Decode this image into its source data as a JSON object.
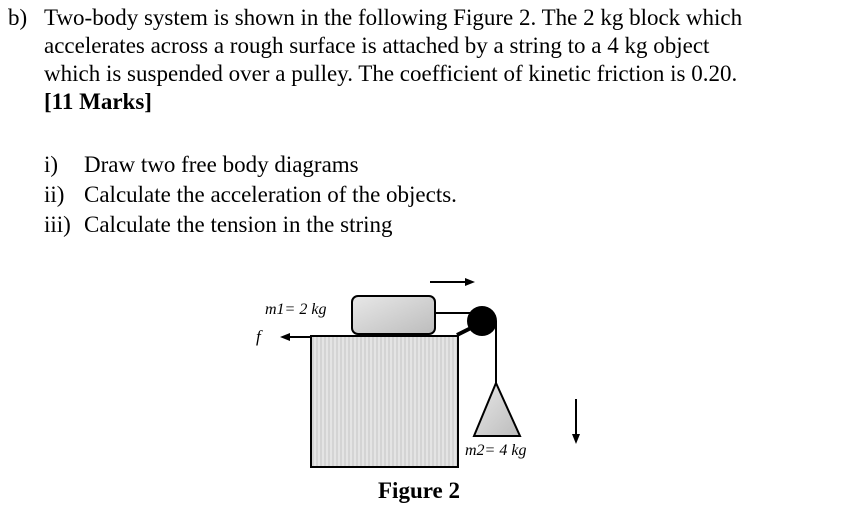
{
  "question": {
    "label": "b)",
    "lines": [
      "Two-body system is shown in the following Figure 2. The 2 kg block which",
      "accelerates across a rough surface is attached by a string to a 4 kg object",
      "which is suspended over a pulley. The coefficient of kinetic friction is 0.20."
    ],
    "marks": "[11 Marks]"
  },
  "items": [
    {
      "num": "i)",
      "text": "Draw two free body diagrams"
    },
    {
      "num": "ii)",
      "text": "Calculate the acceleration of the objects."
    },
    {
      "num": "iii)",
      "text": "Calculate the tension in the string"
    }
  ],
  "figure": {
    "m1": "m1= 2 kg",
    "m2": "m2= 4 kg",
    "f": "f",
    "caption": "Figure 2"
  }
}
